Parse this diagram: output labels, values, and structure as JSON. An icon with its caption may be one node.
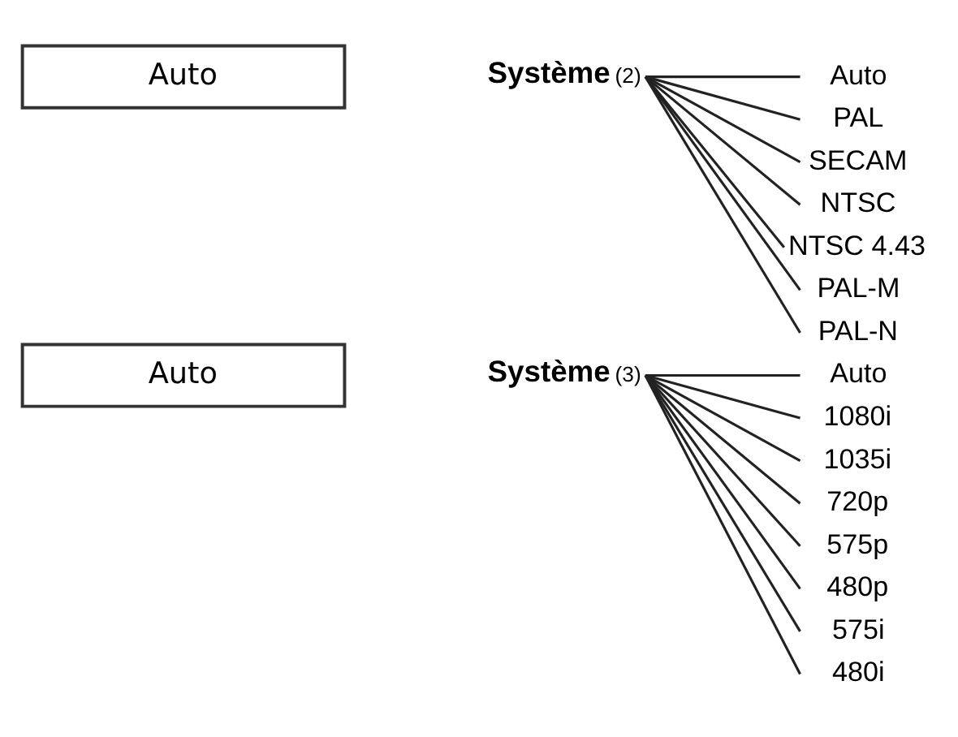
{
  "diagram": {
    "nodes": [
      {
        "text": [
          "Auto"
        ]
      },
      {
        "text": [
          "**Système** (2)"
        ]
      },
      {
        "text": [
          "Auto"
        ]
      },
      {
        "text": [
          "PAL"
        ]
      },
      {
        "text": [
          "SECAM"
        ]
      },
      {
        "text": [
          "NTSC"
        ]
      },
      {
        "text": [
          "NTSC 4.43"
        ]
      },
      {
        "text": [
          "PAL-M"
        ]
      },
      {
        "text": [
          "PAL-N"
        ]
      },
      {
        "text": [
          "Auto"
        ]
      },
      {
        "text": [
          "**Système** (3)"
        ]
      },
      {
        "text": [
          "Auto"
        ]
      },
      {
        "text": [
          "1080i"
        ]
      },
      {
        "text": [
          "1035i"
        ]
      },
      {
        "text": [
          "720p"
        ]
      },
      {
        "text": [
          "575p"
        ]
      },
      {
        "text": [
          "480p"
        ]
      },
      {
        "text": [
          "575i"
        ]
      },
      {
        "text": [
          "480i"
        ]
      }
    ],
    "edges": [
      {
        "from": 1,
        "to": 2,
        "arrow": "none"
      },
      {
        "from": 1,
        "to": 3,
        "arrow": "none"
      },
      {
        "from": 1,
        "to": 4,
        "arrow": "none"
      },
      {
        "from": 1,
        "to": 5,
        "arrow": "none"
      },
      {
        "from": 1,
        "to": 6,
        "arrow": "none"
      },
      {
        "from": 1,
        "to": 7,
        "arrow": "none"
      },
      {
        "from": 1,
        "to": 8,
        "arrow": "none"
      },
      {
        "from": 10,
        "to": 11,
        "arrow": "none"
      },
      {
        "from": 10,
        "to": 12,
        "arrow": "none"
      },
      {
        "from": 10,
        "to": 13,
        "arrow": "none"
      },
      {
        "from": 10,
        "to": 14,
        "arrow": "none"
      },
      {
        "from": 10,
        "to": 15,
        "arrow": "none"
      },
      {
        "from": 10,
        "to": 16,
        "arrow": "none"
      },
      {
        "from": 10,
        "to": 17,
        "arrow": "none"
      },
      {
        "from": 10,
        "to": 18,
        "arrow": "none"
      }
    ]
  }
}
